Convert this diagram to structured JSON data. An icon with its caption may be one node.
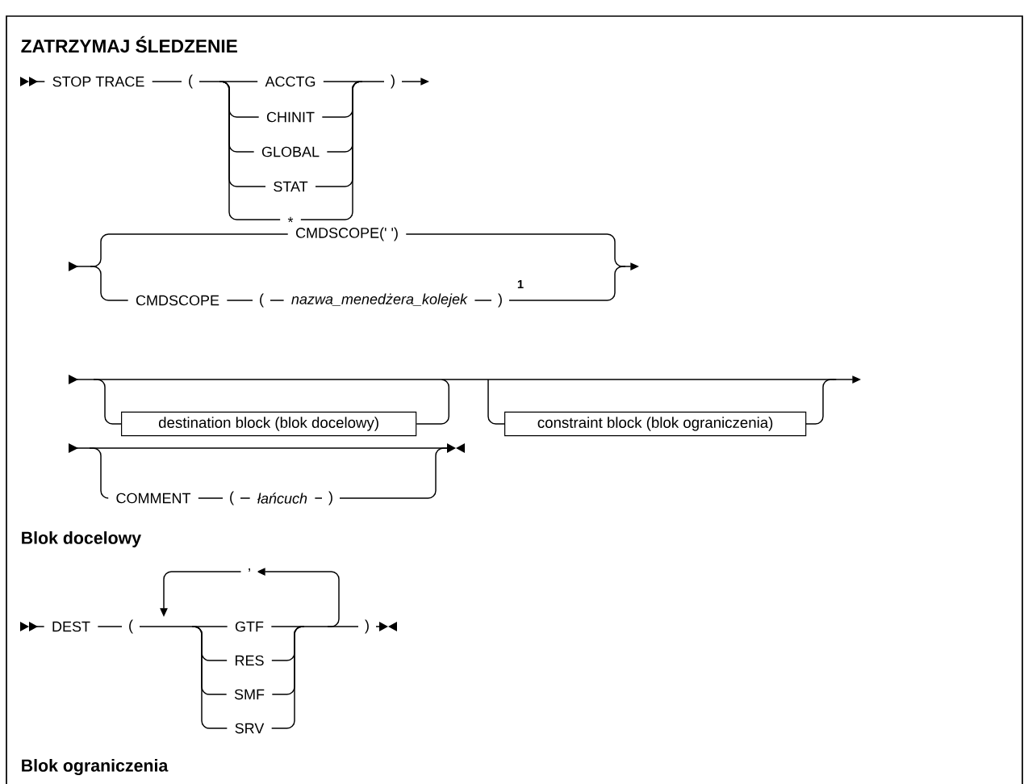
{
  "diagram": {
    "title": "ZATRZYMAJ ŚLEDZENIE",
    "nodes": [
      {
        "text": [
          "destination block (blok docelowy)"
        ]
      },
      {
        "text": [
          "constraint block (blok ograniczenia)"
        ]
      }
    ],
    "edges": [
      {
        "from": 0,
        "to": 1,
        "arrow": "none"
      }
    ],
    "labels": [
      "STOP TRACE",
      "(",
      "ACCTG",
      ")",
      "CHINIT",
      "GLOBAL",
      "STAT",
      "*",
      "CMDSCOPE(' ')",
      "CMDSCOPE",
      "(",
      "nazwa_menedżera_kolejek",
      ")",
      "1",
      "COMMENT",
      "(",
      "łańcuch",
      ")",
      "Blok docelowy",
      "DEST",
      "(",
      ",",
      "GTF",
      ")",
      "RES",
      "SMF",
      "SRV",
      "Blok ograniczenia"
    ]
  }
}
